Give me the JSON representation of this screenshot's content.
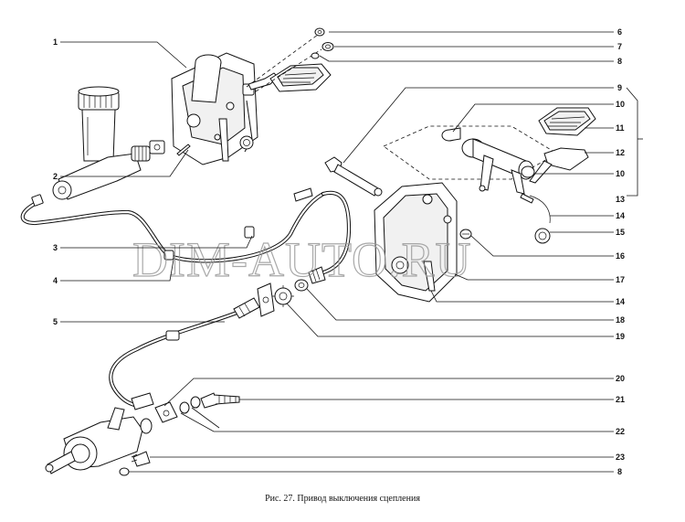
{
  "caption": "Рис. 27. Привод выключения сцепления",
  "watermark": "DIM-AUTO.RU",
  "colors": {
    "ink": "#111111",
    "watermark": "#9a9a9a",
    "background": "#ffffff"
  },
  "callouts": {
    "n1": "1",
    "n2": "2",
    "n3": "3",
    "n4": "4",
    "n5": "5",
    "n6": "6",
    "n7": "7",
    "n8a": "8",
    "n9": "9",
    "n10a": "10",
    "n11": "11",
    "n12": "12",
    "n10b": "10",
    "n13": "13",
    "n14a": "14",
    "n15": "15",
    "n16": "16",
    "n17": "17",
    "n14b": "14",
    "n18": "18",
    "n19": "19",
    "n20": "20",
    "n21": "21",
    "n22": "22",
    "n23": "23",
    "n8b": "8"
  }
}
